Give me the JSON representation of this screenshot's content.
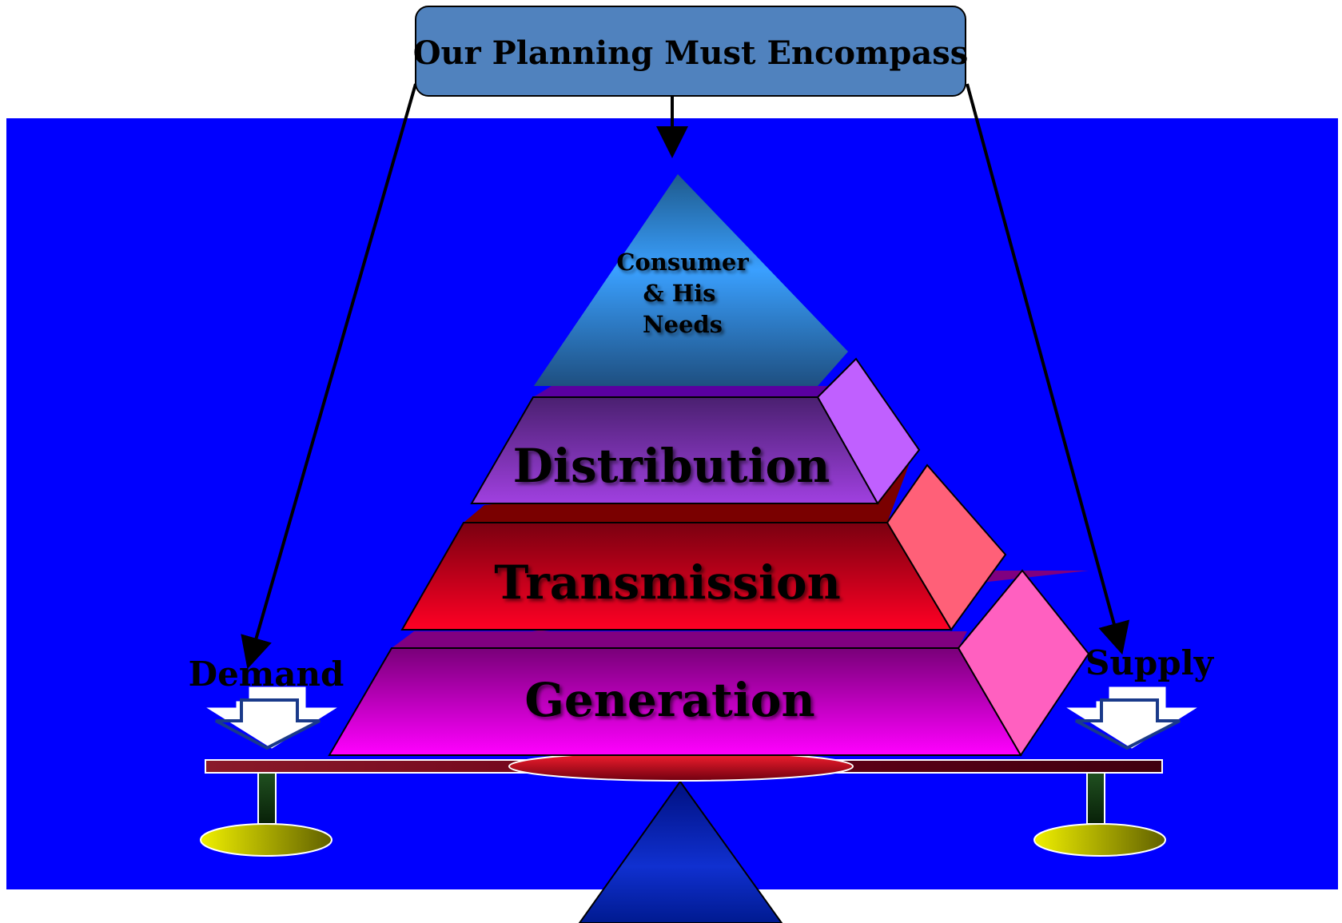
{
  "title": "Our Planning Must Encompass",
  "apex": {
    "line1": "Consumer",
    "line2": "& His",
    "line3": "Needs"
  },
  "tiers": {
    "distribution": "Distribution",
    "transmission": "Transmission",
    "generation": "Generation"
  },
  "sides": {
    "left": "Demand",
    "right": "Supply"
  },
  "colors": {
    "background_panel": "#0000ff",
    "title_box": "#5082be",
    "apex_light": "#3aa0ff",
    "apex_dark": "#1e4f80",
    "distribution": "#9a3ed6",
    "distribution_side": "#c060ff",
    "transmission": "#ff0022",
    "transmission_side": "#ff6078",
    "generation": "#ff00ff",
    "generation_side": "#ff60c0",
    "scale_beam": "#800020",
    "pan": "#d8d800"
  }
}
